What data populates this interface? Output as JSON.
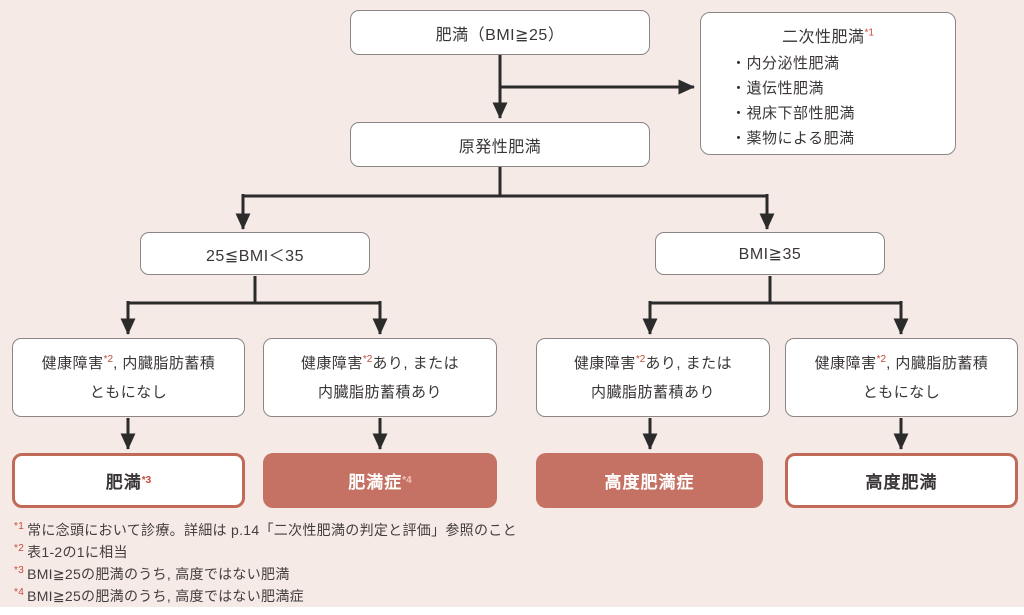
{
  "colors": {
    "background": "#f5eae6",
    "box_border_gray": "#8b8685",
    "terracotta_fill": "#c57264",
    "terracotta_border": "#c26a58",
    "arrow": "#2b2b2b",
    "text": "#3a3636",
    "footnote_marker_red": "#c5493b"
  },
  "nodes": {
    "root": {
      "label": "肥満（BMI≧25）"
    },
    "primary": {
      "label": "原発性肥満"
    },
    "secondary": {
      "title": "二次性肥満",
      "sup": "*1",
      "items": [
        "内分泌性肥満",
        "遺伝性肥満",
        "視床下部性肥満",
        "薬物による肥満"
      ]
    },
    "bmi_low": {
      "label": "25≦BMI＜35"
    },
    "bmi_high": {
      "label": "BMI≧35"
    }
  },
  "conditions": [
    {
      "pre": "健康障害",
      "sup": "*2",
      "post": ", 内臓脂肪蓄積",
      "line2": "ともになし"
    },
    {
      "pre": "健康障害",
      "sup": "*2",
      "post": "あり, または",
      "line2": "内臓脂肪蓄積あり"
    },
    {
      "pre": "健康障害",
      "sup": "*2",
      "post": "あり, または",
      "line2": "内臓脂肪蓄積あり"
    },
    {
      "pre": "健康障害",
      "sup": "*2",
      "post": ", 内臓脂肪蓄積",
      "line2": "ともになし"
    }
  ],
  "results": [
    {
      "label": "肥満",
      "sup": "*3"
    },
    {
      "label": "肥満症",
      "sup": "*4"
    },
    {
      "label": "高度肥満症",
      "sup": ""
    },
    {
      "label": "高度肥満",
      "sup": ""
    }
  ],
  "footnotes": [
    {
      "marker": "*1",
      "text": "常に念頭において診療。詳細は p.14「二次性肥満の判定と評価」参照のこと"
    },
    {
      "marker": "*2",
      "text": "表1-2の1に相当"
    },
    {
      "marker": "*3",
      "text": "BMI≧25の肥満のうち, 高度ではない肥満"
    },
    {
      "marker": "*4",
      "text": "BMI≧25の肥満のうち, 高度ではない肥満症"
    }
  ]
}
